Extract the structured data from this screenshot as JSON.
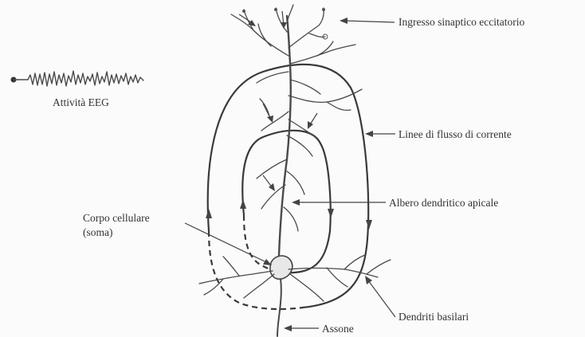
{
  "labels": {
    "eeg_activity": "Attività EEG",
    "excitatory_input": "Ingresso sinaptico eccitatorio",
    "current_flow_lines": "Linee di flusso di corrente",
    "apical_dendritic_tree": "Albero dendritico apicale",
    "cell_body_line1": "Corpo cellulare",
    "cell_body_line2": "(soma)",
    "basal_dendrites": "Dendriti basilari",
    "axon": "Assone"
  }
}
